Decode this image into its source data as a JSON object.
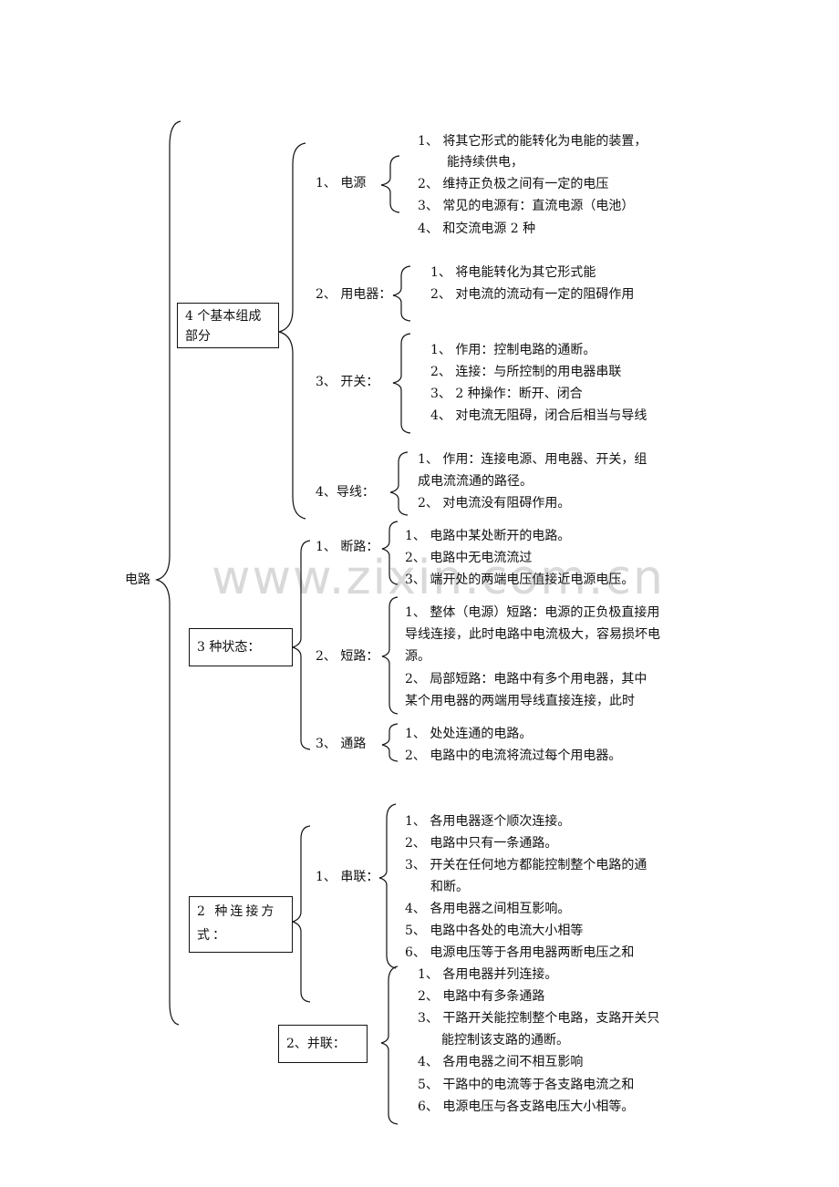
{
  "watermark": "www.zixin.com.cn",
  "root": "电路",
  "groups": {
    "g1": {
      "label": "4 个基本组成部分"
    },
    "g2": {
      "label": "3 种状态："
    },
    "g3": {
      "label": "2 种连接方式："
    }
  },
  "parallel_box": "2、并联：",
  "subs": {
    "power": "1、 电源",
    "appliance": "2、 用电器：",
    "switch": "3、 开关：",
    "wire": "4、导线：",
    "open": "1、 断路：",
    "short": "2、 短路：",
    "closed": "3、 通路",
    "series": "1、 串联："
  },
  "details": {
    "power": [
      "1、 将其它形式的能转化为电能的装置，",
      "能持续供电，",
      "2、 维持正负极之间有一定的电压",
      "3、 常见的电源有：直流电源（电池）",
      "4、 和交流电源 2 种"
    ],
    "appliance": [
      "1、 将电能转化为其它形式能",
      "2、 对电流的流动有一定的阻碍作用"
    ],
    "switch": [
      "1、 作用：控制电路的通断。",
      "2、 连接：与所控制的用电器串联",
      "3、 2 种操作：断开、闭合",
      "4、 对电流无阻碍，闭合后相当与导线"
    ],
    "wire": [
      "1、 作用：连接电源、用电器、开关，组",
      "成电流流通的路径。",
      "2、 对电流没有阻碍作用。"
    ],
    "open": [
      "1、 电路中某处断开的电路。",
      "2、 电路中无电流流过",
      "3、 端开处的两端电压值接近电源电压。"
    ],
    "short": [
      "1、 整体（电源）短路：电源的正负极直接用",
      "导线连接，此时电路中电流极大，容易损坏电",
      "源。",
      "2、 局部短路：电路中有多个用电器，其中",
      "某个用电器的两端用导线直接连接，此时"
    ],
    "closed": [
      "1、 处处连通的电路。",
      "2、 电路中的电流将流过每个用电器。"
    ],
    "series": [
      "1、 各用电器逐个顺次连接。",
      "2、 电路中只有一条通路。",
      "3、 开关在任何地方都能控制整个电路的通",
      "和断。",
      "4、 各用电器之间相互影响。",
      "5、 电路中各处的电流大小相等",
      "6、 电源电压等于各用电器两断电压之和"
    ],
    "parallel": [
      "1、 各用电器并列连接。",
      "2、 电路中有多条通路",
      "3、 干路开关能控制整个电路，支路开关只",
      "能控制该支路的通断。",
      "4、 各用电器之间不相互影响",
      "5、 干路中的电流等于各支路电流之和",
      "6、 电源电压与各支路电压大小相等。"
    ]
  }
}
